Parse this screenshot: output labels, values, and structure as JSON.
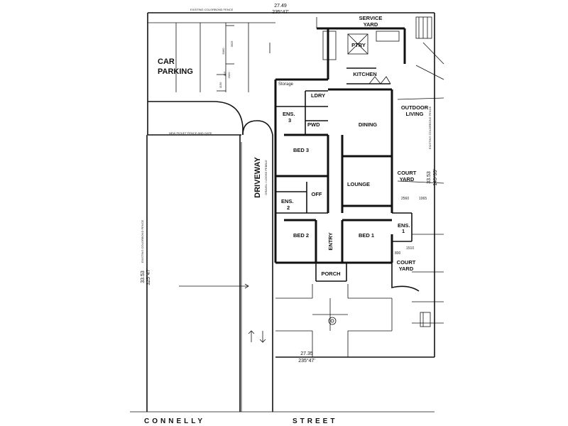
{
  "rooms": {
    "service_yard": [
      "SERVICE",
      "YARD"
    ],
    "car_parking": [
      "CAR",
      "PARKING"
    ],
    "ptry": "PTRY",
    "kitchen": "KITCHEN",
    "storage": "Storage",
    "ldry": "LDRY",
    "ens3": [
      "ENS.",
      "3"
    ],
    "pwd": "PWD",
    "dining": "DINING",
    "outdoor_living": [
      "OUTDOOR",
      "LIVING"
    ],
    "bed3": "BED 3",
    "driveway": "DRIVEWAY",
    "driveway_note": "GRAVEL / LOOSE PEBBLE",
    "court_yard_1": [
      "COURT",
      "YARD"
    ],
    "lounge": "LOUNGE",
    "off": "OFF",
    "ens2": [
      "ENS.",
      "2"
    ],
    "ens1": [
      "ENS.",
      "1"
    ],
    "bed2": "BED 2",
    "bed1": "BED 1",
    "entry": "ENTRY",
    "court_yard_2": [
      "COURT",
      "YARD"
    ],
    "porch": "PORCH"
  },
  "dimensions": {
    "top_length": "27.49",
    "top_bearing": "235°47'",
    "bottom_length": "27.35",
    "bottom_bearing": "235°47'",
    "left_length": "33.53",
    "left_bearing": "325°47'",
    "right_length": "33.53",
    "right_bearing": "145°55'",
    "court_2560": "2560",
    "court_1065": "1065",
    "court_1510": "1510",
    "court_800": "800",
    "park_5060": "5060",
    "park_3625": "3625",
    "park_2020": "2020",
    "park_1150": "1150",
    "park_415": "415"
  },
  "notes": {
    "fence_top": "EXISTING COLORBOND FENCE",
    "fence_left": "EXISTING COLORBOND FENCE",
    "fence_right": "EXISTING COLORBOND FENCE",
    "picket_fence": "NEW PICKET FENCE AND GATE"
  },
  "street": {
    "name_1": "CONNELLY",
    "name_2": "STREET"
  }
}
